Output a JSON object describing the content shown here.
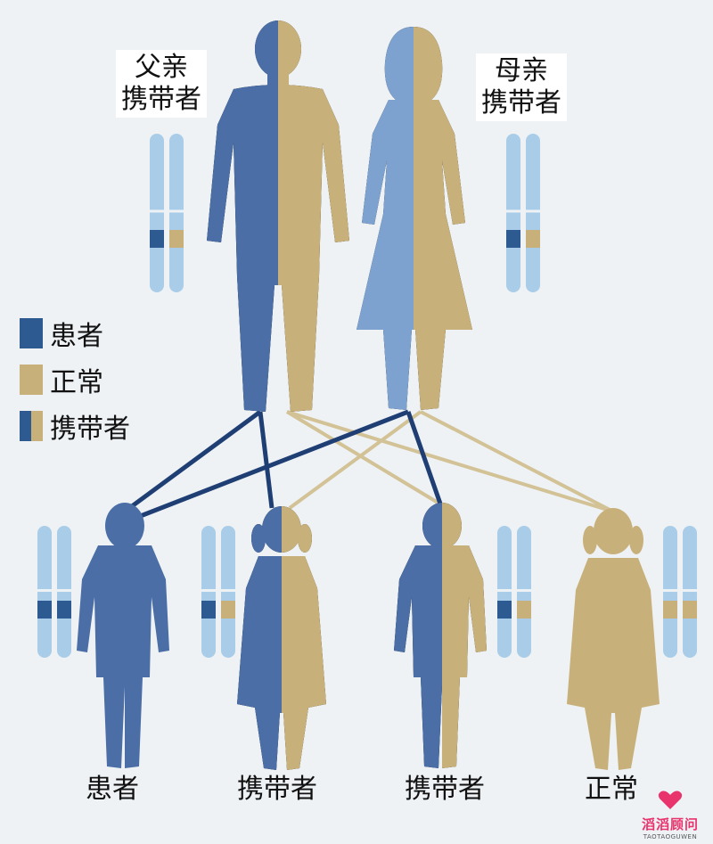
{
  "labels": {
    "father": [
      "父亲",
      "携带者"
    ],
    "mother": [
      "母亲",
      "携带者"
    ],
    "children": [
      "患者",
      "携带者",
      "携带者",
      "正常"
    ]
  },
  "legend": [
    {
      "key": "affected",
      "label": "患者"
    },
    {
      "key": "normal",
      "label": "正常"
    },
    {
      "key": "carrier",
      "label": "携带者"
    }
  ],
  "colors": {
    "affected": "#4a6ea5",
    "affected_light": "#7ea2cf",
    "normal": "#c8b07a",
    "chromosome": "#a9cde8",
    "chromosome_band_affected": "#2c5a91",
    "chromosome_band_normal": "#c8b07a",
    "line_affected": "#1f3f74",
    "line_normal": "#d2c296",
    "watermark": "#e8336d"
  },
  "watermark": {
    "name": "滔滔顾问",
    "sub": "TAOTAOGUWEN"
  }
}
